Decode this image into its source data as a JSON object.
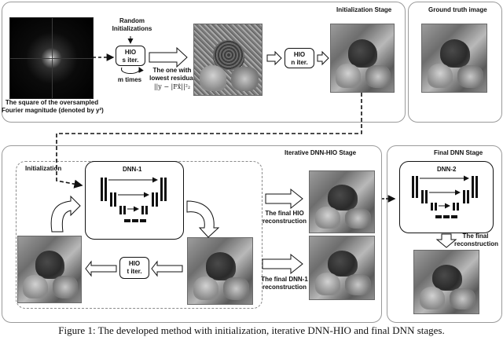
{
  "stages": {
    "initialization": "Initialization Stage",
    "ground_truth": "Ground truth image",
    "iterative": "Iterative DNN-HIO Stage",
    "final_dnn": "Final DNN Stage",
    "init_inner": "Initialization"
  },
  "init": {
    "random": [
      "Random",
      "Initializations"
    ],
    "hio_s": [
      "HIO",
      "s iter."
    ],
    "m_times": "m times",
    "lowest": [
      "The one with",
      "lowest residual"
    ],
    "formula": "||y − |Fx̂||²₂",
    "hio_n": [
      "HIO",
      "n iter."
    ],
    "fourier_caption": [
      "The square of  the oversampled",
      "Fourier magnitude (denoted by y²)"
    ]
  },
  "iterative": {
    "dnn1": "DNN-1",
    "hio_t": [
      "HIO",
      "t iter."
    ],
    "final_hio": [
      "The final HIO",
      "reconstruction"
    ],
    "final_dnn1": [
      "The final DNN-1",
      "reconstruction"
    ]
  },
  "final": {
    "dnn2": "DNN-2",
    "final_recon": [
      "The final",
      "reconstruction"
    ]
  },
  "caption": "Figure 1: The developed method with initialization, iterative DNN-HIO and final DNN stages."
}
